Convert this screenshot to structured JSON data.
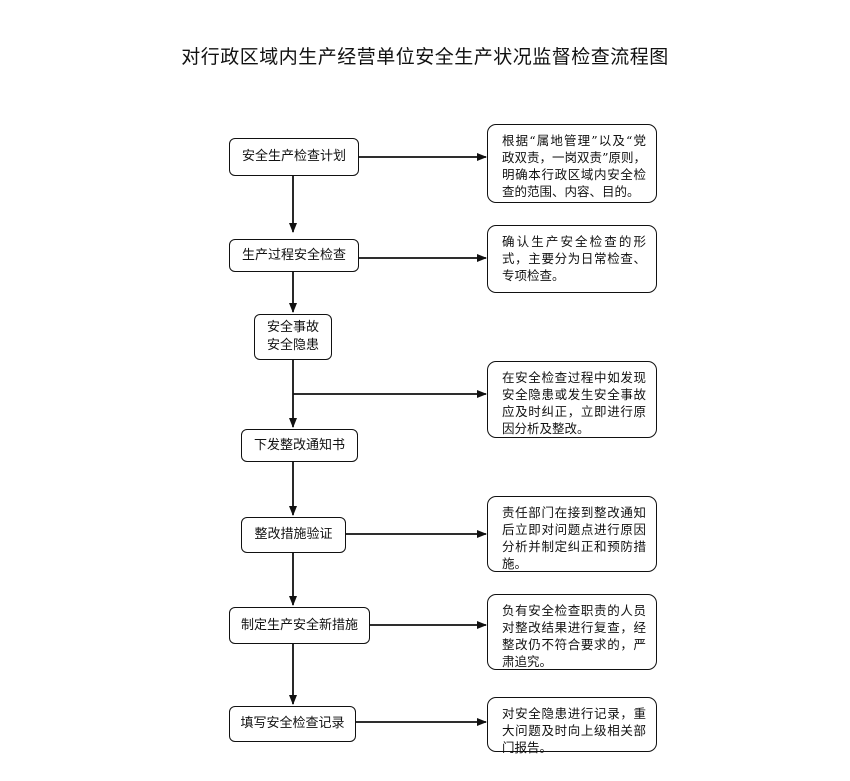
{
  "title": "对行政区域内生产经营单位安全生产状况监督检查流程图",
  "steps": [
    {
      "label": "安全生产检查计划"
    },
    {
      "label": "生产过程安全检查"
    },
    {
      "label": "安全事故\n安全隐患"
    },
    {
      "label": "下发整改通知书"
    },
    {
      "label": "整改措施验证"
    },
    {
      "label": "制定生产安全新措施"
    },
    {
      "label": "填写安全检查记录"
    }
  ],
  "notes": [
    {
      "text": "根据“属地管理”以及“党政双责，一岗双责”原则，明确本行政区域内安全检查的范围、内容、目的。"
    },
    {
      "text": "确认生产安全检查的形式，主要分为日常检查、专项检查。"
    },
    {
      "text": "在安全检查过程中如发现安全隐患或发生安全事故应及时纠正，立即进行原因分析及整改。"
    },
    {
      "text": "责任部门在接到整改通知后立即对问题点进行原因分析并制定纠正和预防措施。"
    },
    {
      "text": "负有安全检查职责的人员对整改结果进行复查，经整改仍不符合要求的，严肃追究。"
    },
    {
      "text": "对安全隐患进行记录，重大问题及时向上级相关部门报告。"
    }
  ]
}
